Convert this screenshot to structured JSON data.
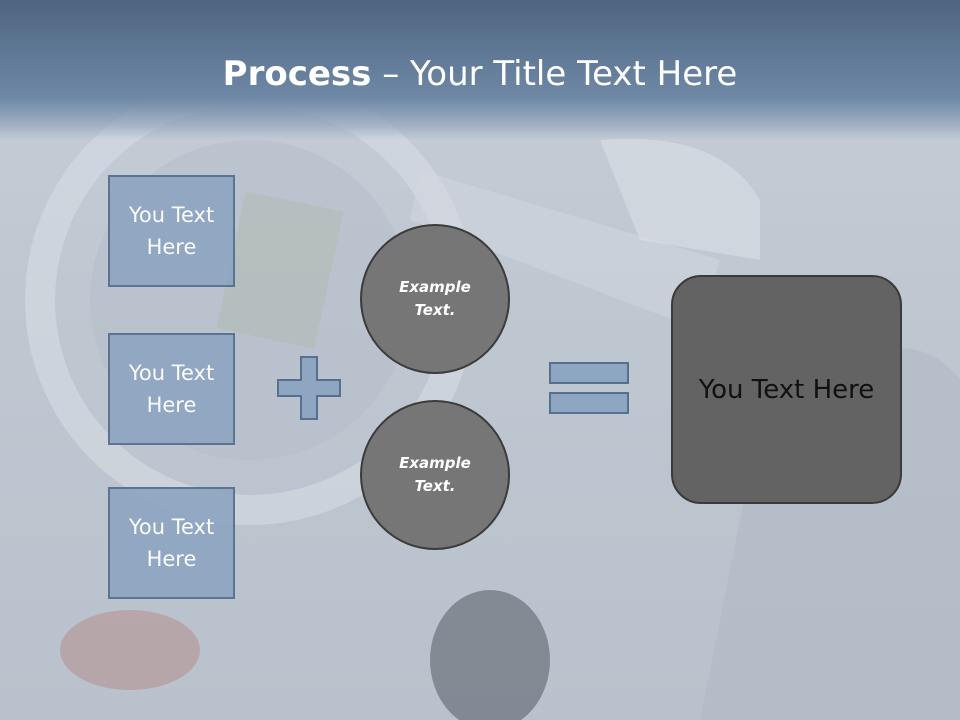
{
  "title": {
    "bold": "Process",
    "separator": " – ",
    "rest": "Your Title Text Here"
  },
  "left_boxes": [
    {
      "line1": "You Text",
      "line2": "Here"
    },
    {
      "line1": "You Text",
      "line2": "Here"
    },
    {
      "line1": "You Text",
      "line2": "Here"
    }
  ],
  "circles": [
    {
      "line1": "Example",
      "line2": "Text."
    },
    {
      "line1": "Example",
      "line2": "Text."
    }
  ],
  "result": {
    "text": "You Text Here"
  },
  "colors": {
    "title_band": "#6e88a5",
    "box_fill": "#8fa6c2",
    "box_border": "#56708f",
    "circle_fill": "#767676",
    "result_fill": "#636363"
  },
  "icons": {
    "plus": "plus-icon",
    "equals": "equals-icon"
  }
}
